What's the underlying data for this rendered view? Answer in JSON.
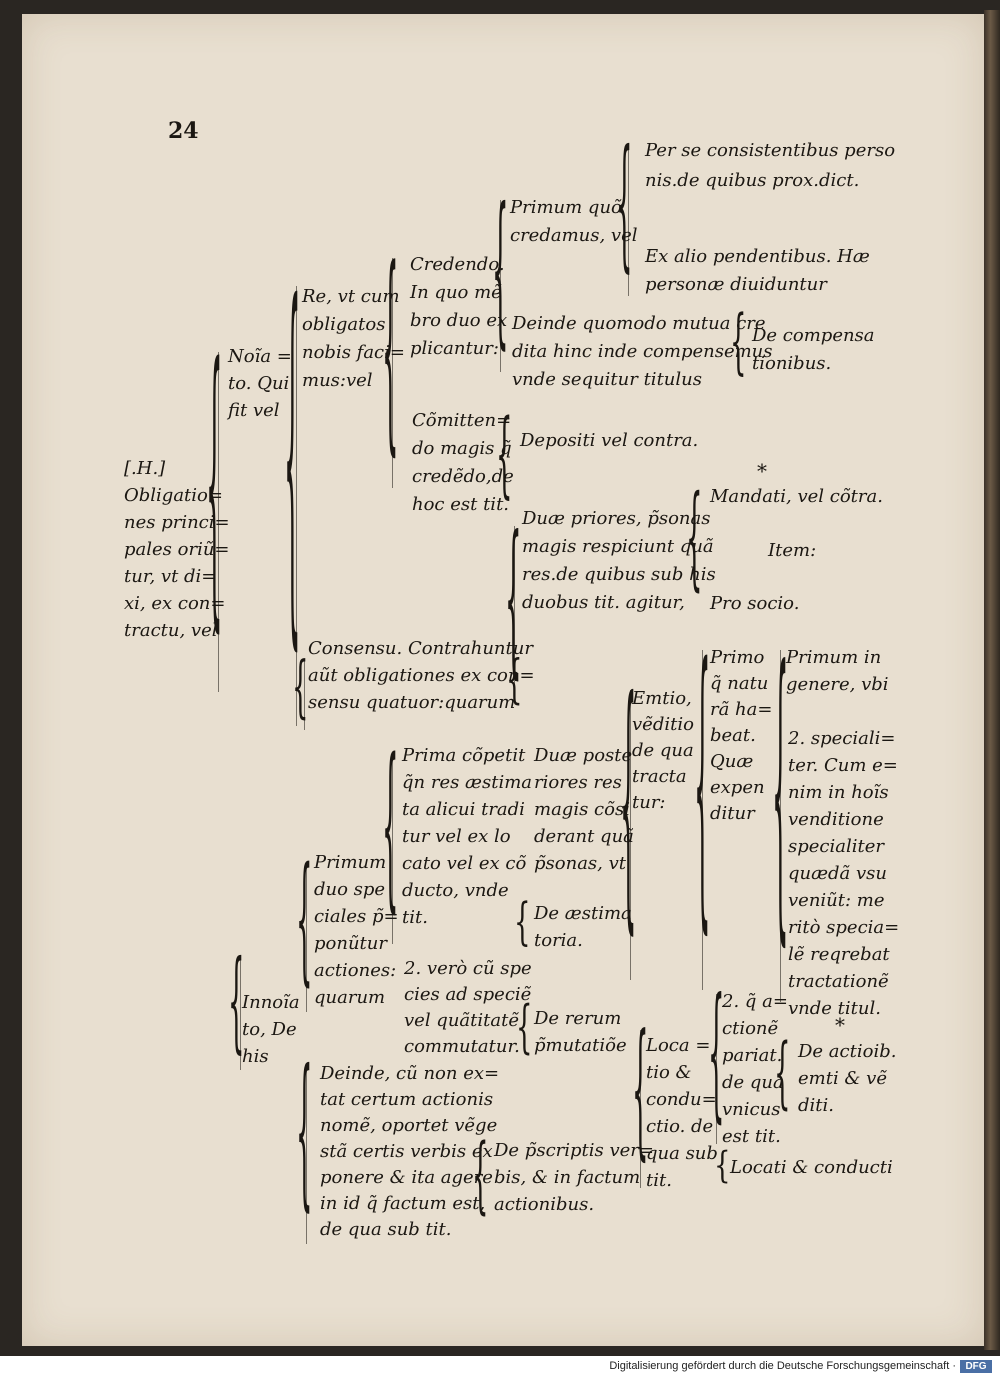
{
  "page_number": "24",
  "footer": "Digitalisierung gefördert durch die Deutsche Forschungsgemeinschaft ·",
  "logo_text": "DFG",
  "marks": [
    "*",
    "*"
  ],
  "blocks": {
    "root": [
      "[.H.]",
      "Obligatio=",
      "nes princi=",
      "pales oriũ=",
      "tur, vt di=",
      "xi, ex con=",
      "tractu, vel"
    ],
    "noia": [
      "Noĩa =",
      "to. Qui",
      "fit vel"
    ],
    "re": [
      "Re, vt cum",
      "obligatos",
      "nobis faci=",
      "mus:vel"
    ],
    "credendo": [
      "Credendo.",
      "In quo mẽ",
      "bro duo ex",
      "plicantur:"
    ],
    "primum_quo": [
      "Primum quõ",
      "credamus, vel"
    ],
    "per_se": [
      "Per se consistentibus perso",
      "nis.de quibus prox.dict."
    ],
    "ex_alio": [
      "Ex alio pendentibus. Hæ",
      "personæ diuiduntur"
    ],
    "deinde_quomodo": [
      "Deinde quomodo mutua cre",
      "dita hinc inde compensemus",
      "vnde sequitur titulus"
    ],
    "de_compens": [
      "De compensa",
      "tionibus."
    ],
    "comittendo": [
      "Cõmitten=",
      "do magis q̃",
      "credẽdo,de",
      "hoc est tit."
    ],
    "depositi": [
      "Depositi vel contra."
    ],
    "mandati": [
      "Mandati, vel cõtra."
    ],
    "item": [
      "Item:"
    ],
    "pro_socio": [
      "Pro socio."
    ],
    "duae_priores": [
      "Duæ priores, p̃sonas",
      "magis respiciunt quã",
      "res.de quibus sub his",
      "duobus tit. agitur,"
    ],
    "consensu": [
      "Consensu. Contrahuntur",
      "aũt obligationes ex con=",
      "sensu quatuor:quarum"
    ],
    "primo_q": [
      "Primo",
      "q̃ natu",
      "rã ha=",
      "beat.",
      "Quæ",
      "expen",
      "ditur"
    ],
    "primum_in": [
      "Primum in",
      "genere, vbi"
    ],
    "specialiter": [
      "2. speciali=",
      "ter. Cum e=",
      "nim in hoĩs",
      "venditione",
      "specialiter",
      "quædã vsu",
      "veniũt: me",
      "ritò specia=",
      "lẽ reqrebat",
      "tractationẽ",
      "vnde titul."
    ],
    "emtio": [
      "Emtio,",
      "vẽditio",
      "de qua",
      "tracta",
      "tur:"
    ],
    "duae_post": [
      "Duæ poste",
      "riores res",
      "magis cõsi",
      "derant quã",
      "p̃sonas, vt"
    ],
    "prima_comp": [
      "Prima cõpetit",
      "q̃n res æstima",
      "ta alicui tradi",
      "tur vel ex lo",
      "cato vel ex cõ",
      "ducto, vnde",
      "tit."
    ],
    "primum_duo": [
      "Primum",
      "duo spe",
      "ciales p̃=",
      "ponũtur",
      "actiones:",
      "quarum"
    ],
    "de_aestim": [
      "De æstima",
      "toria."
    ],
    "vero": [
      "2. verò cũ spe",
      "cies ad speciẽ",
      "vel quãtitatẽ",
      "commutatur."
    ],
    "de_rerum": [
      "De rerum",
      "p̃mutatiõe"
    ],
    "innoia": [
      "Innoĩa",
      "to, De",
      "his"
    ],
    "deinde_cum": [
      "Deinde, cũ non ex=",
      "tat certum actionis",
      "nomẽ, oportet vẽge",
      "stã certis verbis ex",
      "ponere & ita agere",
      "in id q̃ factum est,",
      "de qua sub tit."
    ],
    "de_pscriptis": [
      "De p̃scriptis ver=",
      "bis, & in factum",
      "actionibus."
    ],
    "locatio": [
      "Loca =",
      "tio &",
      "condu=",
      "ctio. de",
      "qua sub",
      "tit."
    ],
    "q_actione": [
      "2. q̃ a=",
      "ctionẽ",
      "pariat.",
      "de qua",
      "vnicus",
      "est tit."
    ],
    "de_actioib": [
      "De actioib.",
      "emti & vẽ",
      "diti."
    ],
    "locati": [
      "Locati & conducti"
    ]
  }
}
